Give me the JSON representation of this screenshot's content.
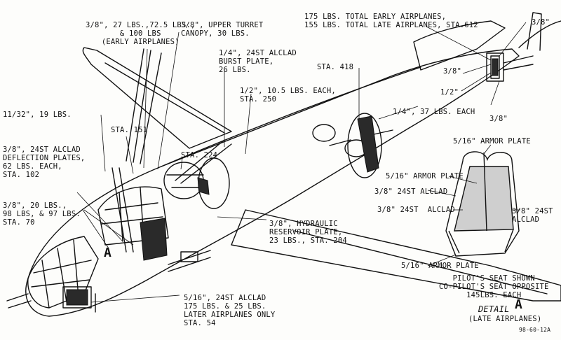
{
  "labels": {
    "nose_gun_plates": "3/8\", 27 LBS.,72.5 LBS.,\n& 100 LBS\n(EARLY AIRPLANES)",
    "upper_turret_canopy": "3/8\", UPPER TURRET\nCANOPY, 30 LBS.",
    "burst_plate": "1/4\", 24ST ALCLAD\nBURST PLATE,\n26 LBS.",
    "sta_250_plates": "1/2\", 10.5 LBS. EACH,\nSTA. 250",
    "plate_11_32": "11/32\", 19 LBS.",
    "sta_151": "STA. 151",
    "sta_224": "STA. 224",
    "deflection_plates": "3/8\", 24ST ALCLAD\nDEFLECTION PLATES,\n62 LBS. EACH,\nSTA. 102",
    "sta_70_plates": "3/8\", 20 LBS.,\n98 LBS, & 97 LBS.\nSTA. 70",
    "hydraulic_plate": "3/8\", HYDRAULIC\nRESERVOIR PLATE,\n23 LBS., STA. 204",
    "sta_54_plate": "5/16\", 24ST ALCLAD\n175 LBS. & 25 LBS.\nLATER AIRPLANES ONLY\nSTA. 54",
    "tail_totals": "175 LBS. TOTAL EARLY AIRPLANES,\n155 LBS. TOTAL LATE AIRPLANES, STA.612",
    "sta_418": "STA. 418",
    "waist_plates": "1/4\", 37 LBS. EACH",
    "tail_3_8_top": "3/8\"",
    "tail_3_8_left": "3/8\"",
    "tail_1_2": "1/2\"",
    "tail_3_8_bottom": "3/8\"",
    "detail_marker": "A",
    "seat_top_plate": "5/16\" ARMOR PLATE",
    "seat_back_plate": "5/16\" ARMOR PLATE",
    "seat_alclad_upper": "3/8\" 24ST ALCLAD",
    "seat_alclad_lower": "3/8\" 24ST  ALCLAD",
    "seat_alclad_right": "3/8\" 24ST\nALCLAD",
    "seat_bottom_plate": "5/16\" ARMOR PLATE",
    "seat_note": "PILOT'S SEAT SHOWN\nCO-PILOT'S SEAT OPPOSITE\n145LBS. EACH",
    "detail_title_word": "DETAIL",
    "detail_title_letter": "A",
    "detail_subtitle": "(LATE AIRPLANES)",
    "drawing_number": "98-60-12A"
  }
}
